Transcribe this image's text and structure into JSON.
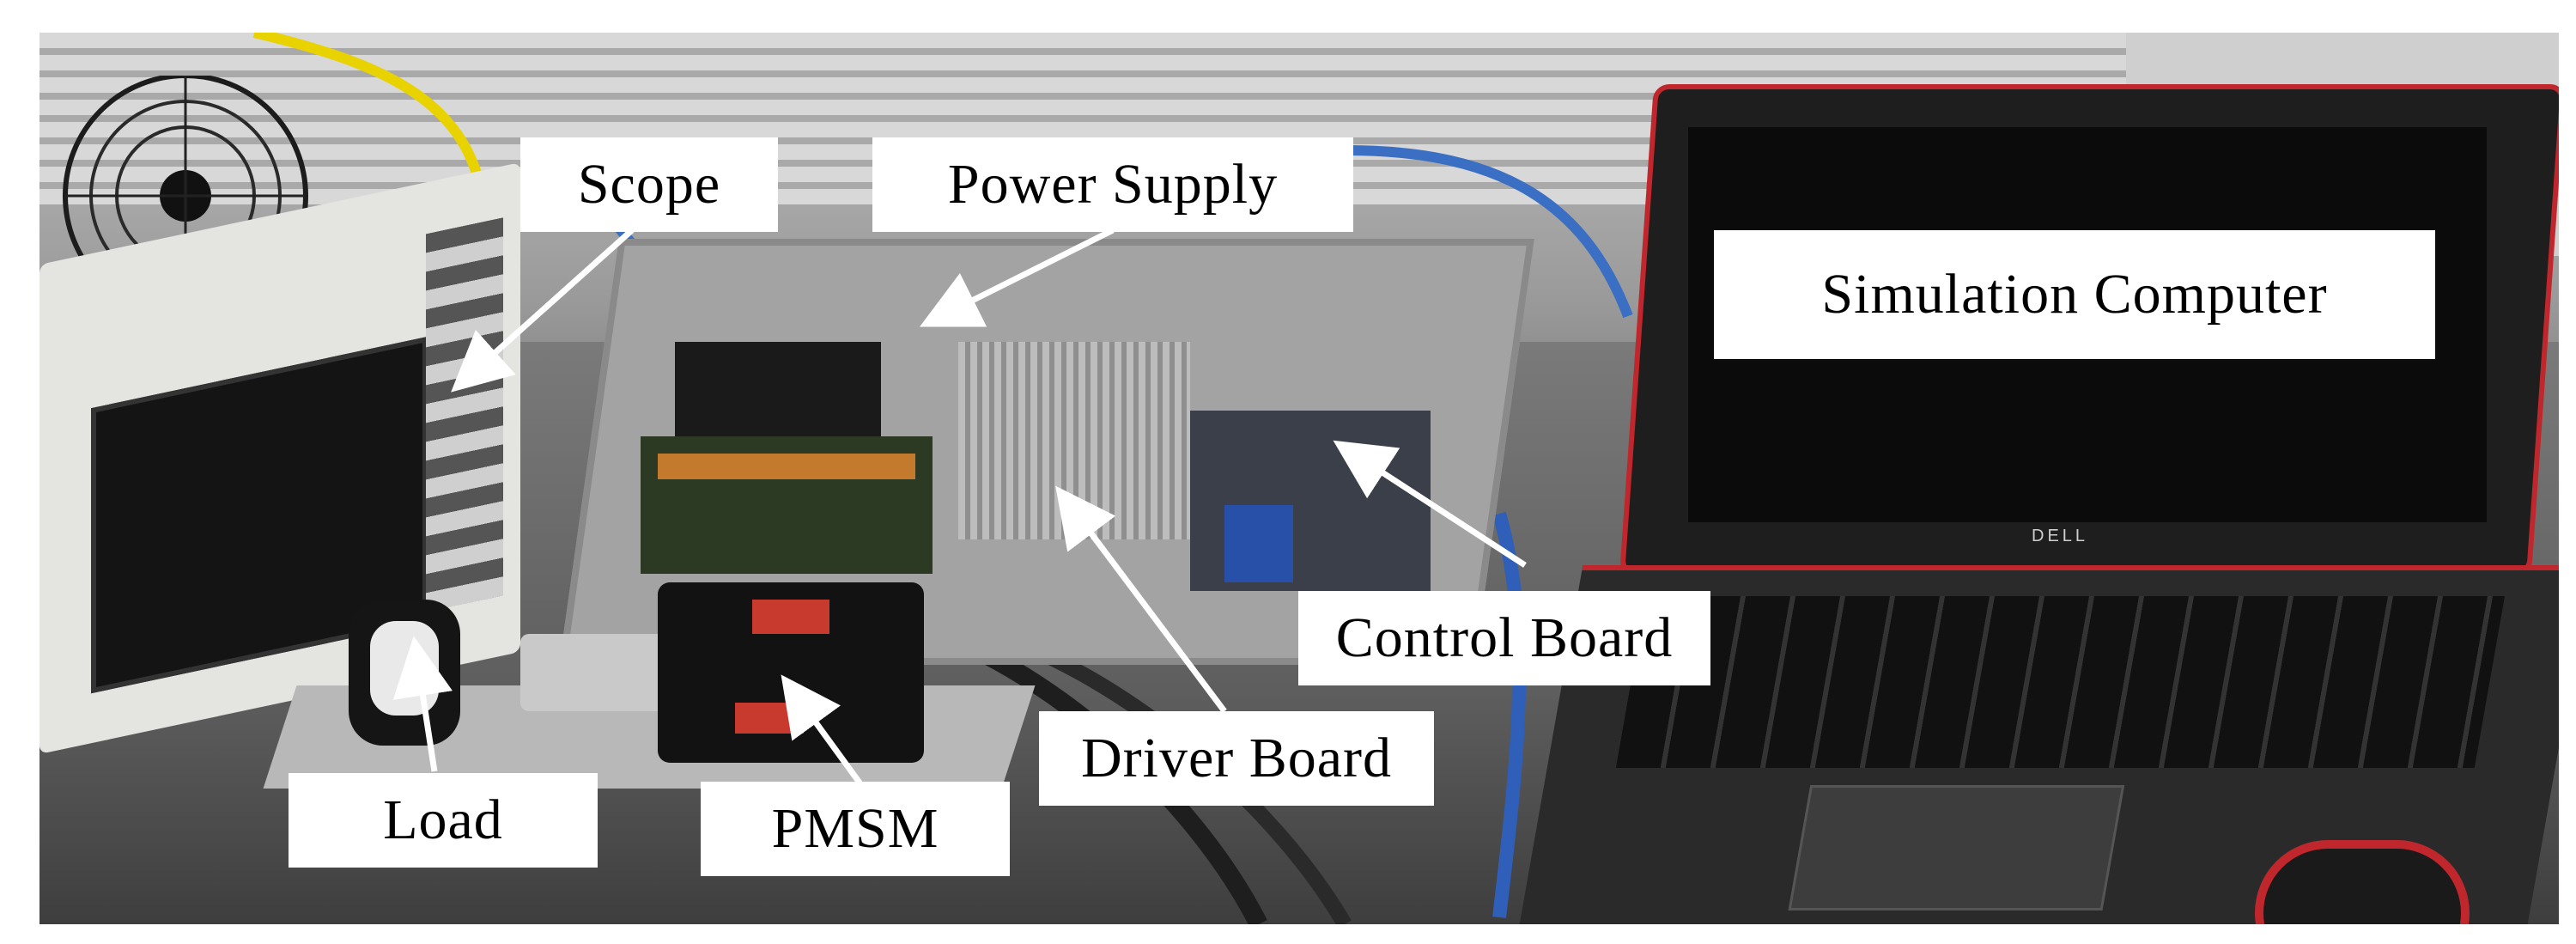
{
  "labels": {
    "scope": "Scope",
    "power_supply": "Power Supply",
    "simulation_computer": "Simulation Computer",
    "control_board": "Control Board",
    "driver_board": "Driver Board",
    "load": "Load",
    "pmsm": "PMSM"
  },
  "laptop_brand": "DELL",
  "colors": {
    "label_bg": "#ffffff",
    "label_text": "#000000",
    "arrow": "#ffffff",
    "laptop_accent": "#c0272d"
  },
  "icons": [
    "fan-icon",
    "mouse-icon"
  ]
}
